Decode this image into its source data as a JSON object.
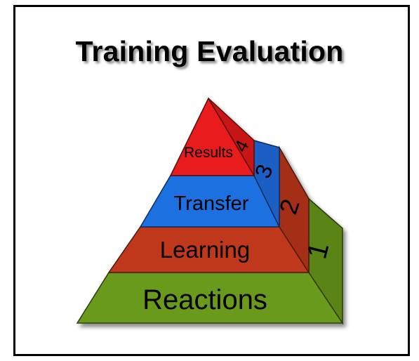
{
  "title": "Training Evaluation",
  "levels": [
    {
      "number": "1",
      "label": "Reactions",
      "front_color": "#6b9a1c",
      "side_color": "#5a8416"
    },
    {
      "number": "2",
      "label": "Learning",
      "front_color": "#c0391a",
      "side_color": "#a52e12"
    },
    {
      "number": "3",
      "label": "Transfer",
      "front_color": "#1e6fe0",
      "side_color": "#1a5fc4"
    },
    {
      "number": "4",
      "label": "Results",
      "front_color": "#e81d1d",
      "side_color": "#c81616"
    }
  ]
}
